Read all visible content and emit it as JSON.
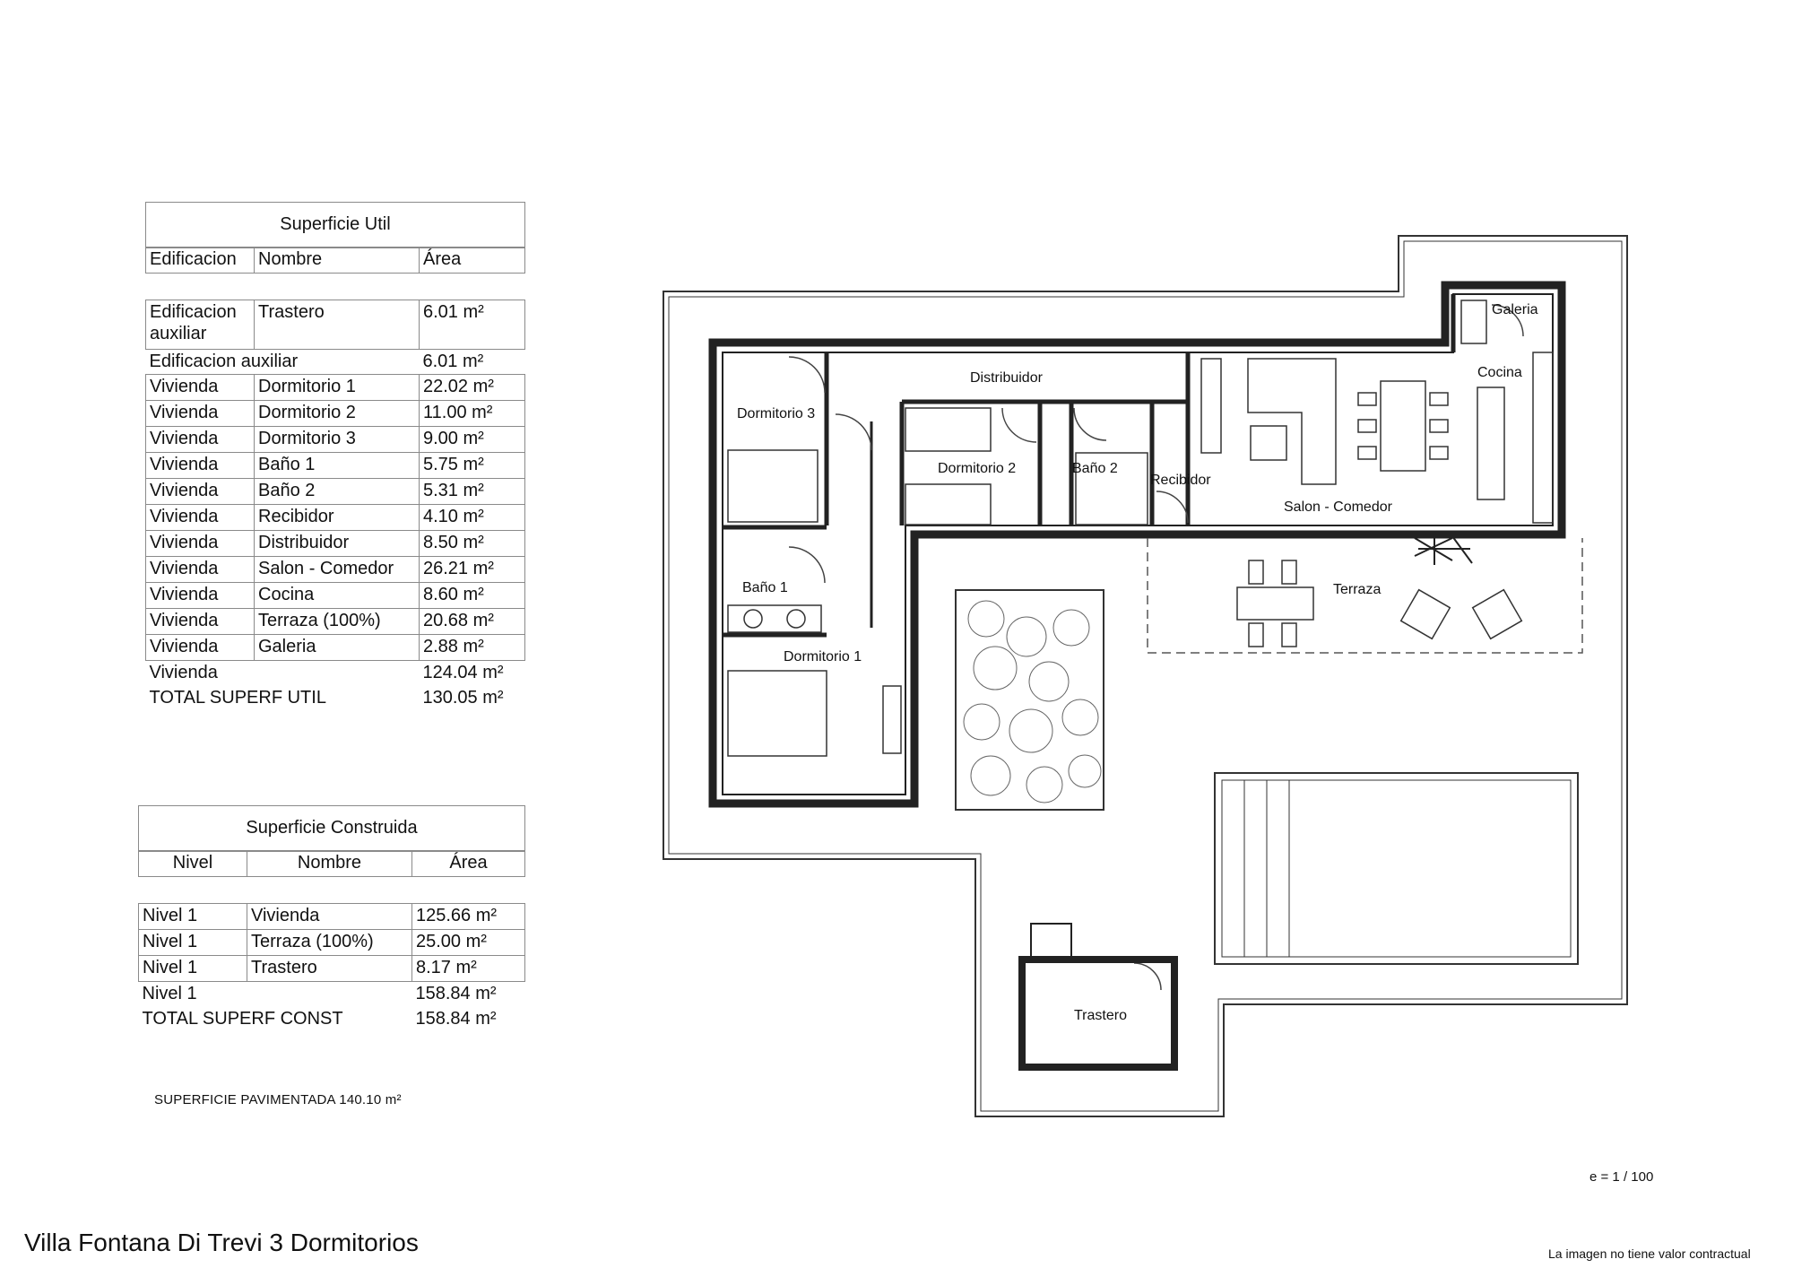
{
  "util": {
    "title": "Superficie Util",
    "headers": [
      "Edificacion",
      "Nombre",
      "Área"
    ],
    "aux_row": [
      "Edificacion auxiliar",
      "Trastero",
      "6.01 m²"
    ],
    "aux_subtotal": [
      "Edificacion auxiliar",
      "6.01 m²"
    ],
    "rows": [
      [
        "Vivienda",
        "Dormitorio 1",
        "22.02 m²"
      ],
      [
        "Vivienda",
        "Dormitorio 2",
        "11.00 m²"
      ],
      [
        "Vivienda",
        "Dormitorio 3",
        "9.00 m²"
      ],
      [
        "Vivienda",
        "Baño 1",
        "5.75 m²"
      ],
      [
        "Vivienda",
        "Baño 2",
        "5.31 m²"
      ],
      [
        "Vivienda",
        "Recibidor",
        "4.10 m²"
      ],
      [
        "Vivienda",
        "Distribuidor",
        "8.50 m²"
      ],
      [
        "Vivienda",
        "Salon - Comedor",
        "26.21 m²"
      ],
      [
        "Vivienda",
        "Cocina",
        "8.60 m²"
      ],
      [
        "Vivienda",
        "Terraza (100%)",
        "20.68 m²"
      ],
      [
        "Vivienda",
        "Galeria",
        "2.88 m²"
      ]
    ],
    "subtotal": [
      "Vivienda",
      "124.04 m²"
    ],
    "total": [
      "TOTAL SUPERF UTIL",
      "130.05 m²"
    ]
  },
  "construida": {
    "title": "Superficie Construida",
    "headers": [
      "Nivel",
      "Nombre",
      "Área"
    ],
    "rows": [
      [
        "Nivel 1",
        "Vivienda",
        "125.66 m²"
      ],
      [
        "Nivel 1",
        "Terraza (100%)",
        "25.00 m²"
      ],
      [
        "Nivel 1",
        "Trastero",
        "8.17 m²"
      ]
    ],
    "subtotal": [
      "Nivel 1",
      "158.84 m²"
    ],
    "total": [
      "TOTAL SUPERF CONST",
      "158.84 m²"
    ]
  },
  "pavimentada": "SUPERFICIE PAVIMENTADA 140.10 m²",
  "scale": "e = 1 / 100",
  "footer_title": "Villa Fontana Di Trevi 3 Dormitorios",
  "footer_note": "La imagen no tiene valor contractual",
  "rooms": {
    "dormitorio3": "Dormitorio 3",
    "distribuidor": "Distribuidor",
    "dormitorio2": "Dormitorio 2",
    "bano2": "Baño 2",
    "recibidor": "Recibidor",
    "salon": "Salon - Comedor",
    "cocina": "Cocina",
    "galeria": "Galeria",
    "bano1": "Baño 1",
    "dormitorio1": "Dormitorio 1",
    "terraza": "Terraza",
    "trastero": "Trastero"
  }
}
